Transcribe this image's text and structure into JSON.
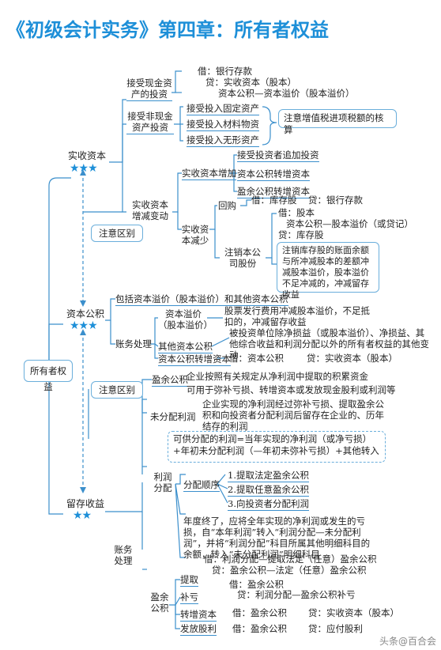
{
  "title": "《初级会计实务》第四章：所有者权益",
  "root": "所有者权益",
  "stars": "★★★",
  "stars2": "★★",
  "paid_in": {
    "label": "实收资本",
    "cash": {
      "label": "接受现金资产的投资",
      "lines": [
        "借：银行存款",
        "贷：实收资本（股本）",
        "资本公积—资本溢价（股本溢价）"
      ]
    },
    "noncash": {
      "label": "接受非现金资产投资",
      "items": [
        "接受投入固定资产",
        "接受投入材料物资",
        "接受投入无形资产"
      ],
      "note": "注意增值税进项税额的核算"
    },
    "change": {
      "label": "实收资本增减变动",
      "increase": {
        "label": "实收资本增加",
        "items": [
          "接受投资者追加投资",
          "资本公积转增资本",
          "盈余公积转增资本"
        ]
      },
      "decrease": {
        "label": "实收资本减少",
        "repurchase": {
          "label": "回购",
          "debit": "借：库存股",
          "credit": "贷：银行存款"
        },
        "cancel": {
          "label": "注销本公司股份",
          "lines": [
            "借：股本",
            "资本公积—股本溢价（或贷记）",
            "贷：库存股"
          ],
          "note": "注销库存股的账面余额与所冲减股本的差额冲减股本溢价，股本溢价不足冲减的，冲减留存收益"
        }
      }
    },
    "attention": "注意区别"
  },
  "capital_reserve": {
    "label": "资本公积",
    "content": "包括资本溢价（股本溢价）和其他资本公积",
    "accounting": {
      "label": "账务处理",
      "premium": {
        "label": "资本溢价（股本溢价）",
        "text": "股票发行费用冲减股本溢价，不足抵扣的，冲减留存收益"
      },
      "other": {
        "label": "其他资本公积",
        "text": "被投资单位除净损益（或股本溢价）、净损益、其他综合收益和利润分配以外的所有者权益的其他变动"
      },
      "convert": {
        "label": "资本公积转增资本",
        "debit": "借：资本公积",
        "credit": "贷：实收资本（股本）"
      }
    }
  },
  "attention2": "注意区别",
  "retained": {
    "label": "留存收益",
    "surplus": {
      "label": "盈余公积",
      "lines": [
        "企业按照有关规定从净利润中提取的积累资金",
        "可用于弥补亏损、转增资本或发放现金股利或利润等"
      ]
    },
    "undistributed": {
      "label": "未分配利润",
      "text": "企业实现的净利润经过弥补亏损、提取盈余公积和向投资者分配利润后留存在企业的、历年结存的利润"
    },
    "formula": "可供分配的利润=当年实现的净利润（或净亏损）+年初未分配利润（—年初未弥补亏损）+其他转入",
    "accounting": {
      "label": "账务处理",
      "profit": {
        "label": "利润分配",
        "order": {
          "label": "分配顺序",
          "items": [
            "1.提取法定盈余公积",
            "2.提取任意盈余公积",
            "3.向投资者分配利润"
          ]
        },
        "yearend": "年度终了，应将全年实现的净利润或发生的亏损，自“本年利润”转入“利润分配—未分配利润”，并将“利润分配”科目所属其他明细科目的余额，转入“未分配利润”明细科目",
        "entries": [
          "借：利润分配—提取法定（任意）盈余公积",
          "贷：盈余公积—法定（任意）盈余公积"
        ]
      },
      "reserve": {
        "label": "盈余公积",
        "extract": {
          "label": "提取",
          "debit": "借：盈余公积",
          "credit": "贷：利润分配—盈余公积补亏"
        },
        "cover": {
          "label": "补亏"
        },
        "convert": {
          "label": "转增资本",
          "debit": "借：盈余公积",
          "credit": "贷：实收资本（股本）"
        },
        "dividend": {
          "label": "发放股利",
          "debit": "借：盈余公积",
          "credit": "贷：应付股利"
        }
      }
    }
  },
  "watermark": "头条@百合会"
}
